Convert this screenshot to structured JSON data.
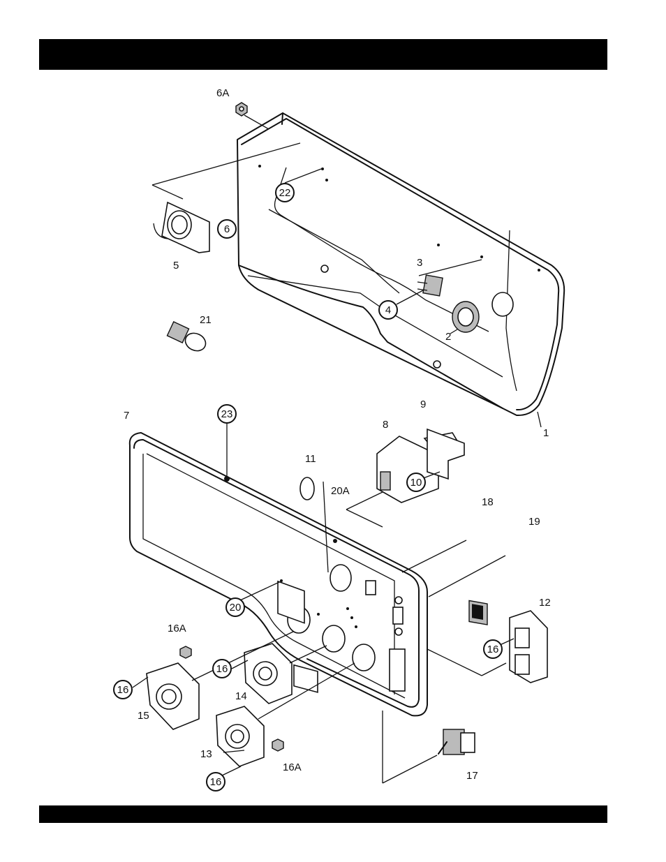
{
  "labels": {
    "p1": "1",
    "p2": "2",
    "p3": "3",
    "p4": "4",
    "p5": "5",
    "p6": "6",
    "p6a": "6A",
    "p7": "7",
    "p8": "8",
    "p9": "9",
    "p10": "10",
    "p11": "11",
    "p12": "12",
    "p13": "13",
    "p14": "14",
    "p15": "15",
    "p16": "16",
    "p16a": "16A",
    "p17": "17",
    "p18": "18",
    "p19": "19",
    "p20": "20",
    "p20a": "20A",
    "p21": "21",
    "p22": "22",
    "p23": "23"
  }
}
